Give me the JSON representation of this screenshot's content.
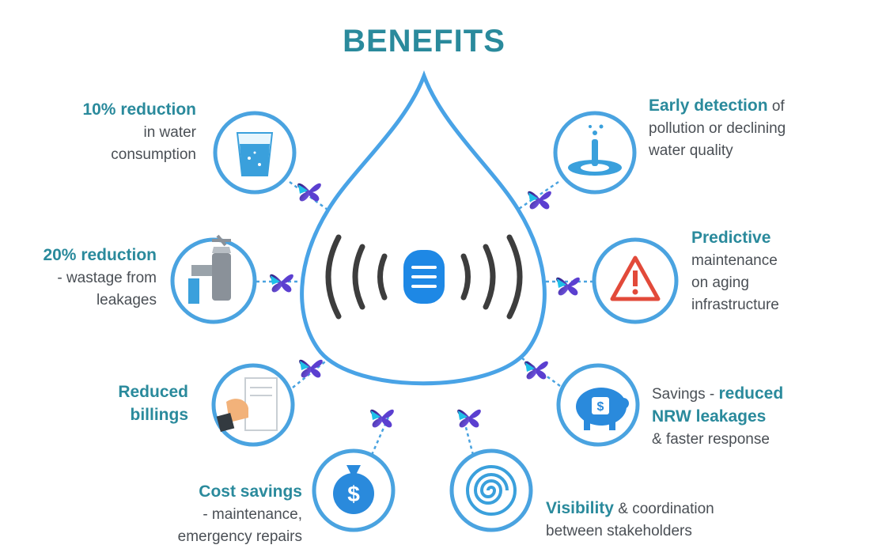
{
  "title": "BENEFITS",
  "colors": {
    "teal": "#2a8a9c",
    "circle": "#4aa3e0",
    "body_text": "#4a4f55",
    "connector": "#5b3fd0"
  },
  "benefits": [
    {
      "id": "water-consumption",
      "icon": "water-glass-icon",
      "bold": "10% reduction",
      "line1": "in water",
      "line2": "consumption"
    },
    {
      "id": "wastage",
      "icon": "faucet-leak-icon",
      "bold": "20% reduction",
      "line1": "- wastage from",
      "line2": "leakages"
    },
    {
      "id": "billings",
      "icon": "hand-document-icon",
      "bold1": "Reduced",
      "bold2": "billings"
    },
    {
      "id": "cost-savings",
      "icon": "money-bag-icon",
      "bold": "Cost savings",
      "line1": "- maintenance,",
      "line2": "emergency repairs"
    },
    {
      "id": "early-detection",
      "icon": "water-splash-icon",
      "bold": "Early detection",
      "after": " of",
      "line1": "pollution or declining",
      "line2": "water quality"
    },
    {
      "id": "predictive",
      "icon": "warning-triangle-icon",
      "bold": "Predictive",
      "line1": "maintenance",
      "line2": "on aging",
      "line3": "infrastructure"
    },
    {
      "id": "savings",
      "icon": "piggy-bank-icon",
      "before": "Savings - ",
      "bold1": "reduced",
      "bold2": "NRW leakages",
      "line1": "& faster response"
    },
    {
      "id": "visibility",
      "icon": "spiral-icon",
      "bold": "Visibility",
      "after": " & coordination",
      "line1": "between stakeholders"
    }
  ],
  "center_icon": "sensor-signal-icon"
}
